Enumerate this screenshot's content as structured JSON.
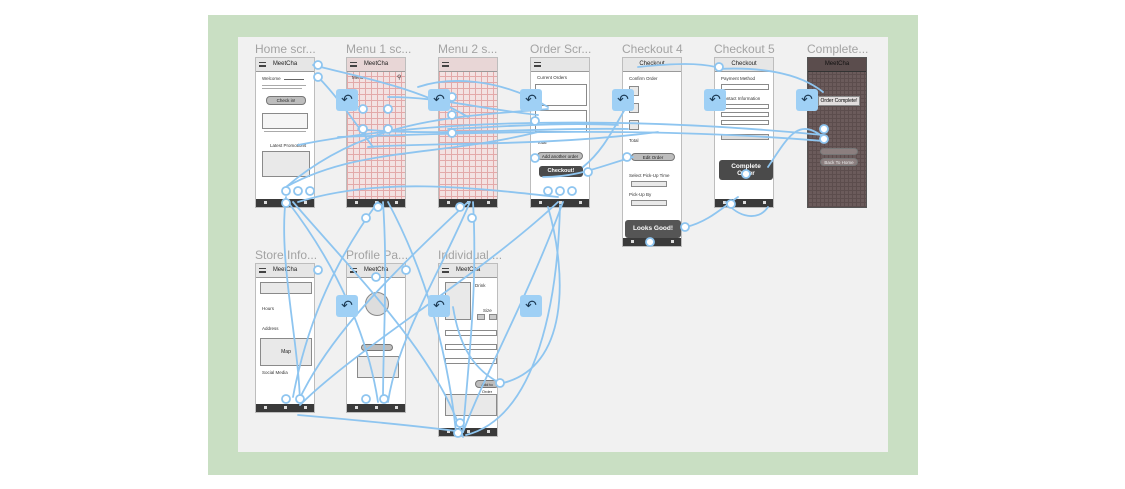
{
  "frames": {
    "home": {
      "title": "Home scr...",
      "header": "MeetCha",
      "welcome": "Welcome",
      "check_in": "Check in!",
      "promos": "Latest Promotions"
    },
    "menu1": {
      "title": "Menu 1 sc...",
      "header": "MeetCha",
      "menu": "Menu"
    },
    "menu2": {
      "title": "Menu 2 s..."
    },
    "order": {
      "title": "Order Scr...",
      "current_orders": "Current Orders",
      "add_another": "Add another order",
      "checkout_btn": "Checkout!",
      "total": "Total"
    },
    "checkout4": {
      "title": "Checkout 4",
      "header": "Checkout",
      "confirm": "Confirm Order",
      "edit_order": "Edit Order",
      "pickup_time": "Select Pick-Up Time",
      "pickup_by": "Pick-Up By",
      "looks_good": "Looks Good!",
      "total": "Total"
    },
    "checkout5": {
      "title": "Checkout 5",
      "header": "Checkout",
      "payment": "Payment Method",
      "contact": "Contact Information",
      "complete_line1": "Complete",
      "complete_line2": "Order"
    },
    "complete": {
      "title": "Complete...",
      "header": "MeetCha",
      "order_complete": "Order Complete!",
      "back_home": "Back To Home"
    },
    "store": {
      "title": "Store Info...",
      "header": "MeetCha",
      "hours": "Hours",
      "address": "Address",
      "map": "Map",
      "social": "Social Media"
    },
    "profile": {
      "title": "Profile Pa...",
      "header": "MeetCha"
    },
    "individual": {
      "title": "Individual ...",
      "header": "MeetCha",
      "drink": "Drink",
      "size": "Size",
      "add_to_order": "Add to Order"
    }
  },
  "icons": {
    "back": "back-arrow-icon",
    "menu": "hamburger-menu-icon",
    "search": "search-icon",
    "user": "user-avatar-icon"
  },
  "colors": {
    "outer_bg": "#c9dfc3",
    "canvas_bg": "#f1f1f1",
    "link": "#8ec5f0",
    "back_button": "#9fd0f5"
  }
}
